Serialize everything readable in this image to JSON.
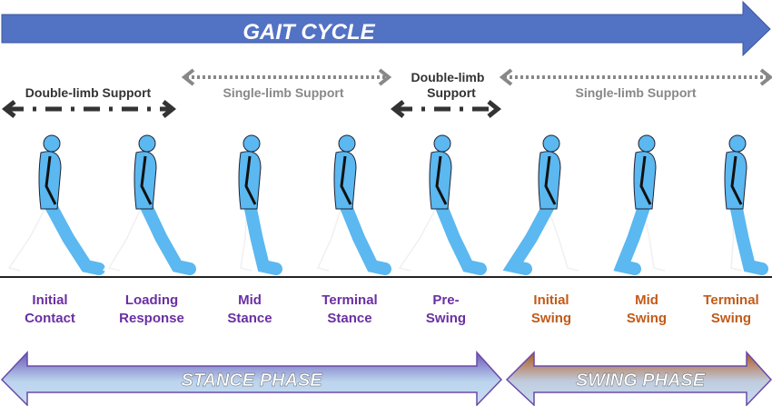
{
  "title": "GAIT CYCLE",
  "support": [
    {
      "label": "Double-limb Support",
      "style": "dark"
    },
    {
      "label": "Single-limb Support",
      "style": "gray"
    },
    {
      "label_lines": [
        "Double-limb",
        "Support"
      ],
      "style": "dark"
    },
    {
      "label": "Single-limb Support",
      "style": "gray"
    }
  ],
  "phases": [
    {
      "lines": [
        "Initial",
        "Contact"
      ],
      "group": "stance"
    },
    {
      "lines": [
        "Loading",
        "Response"
      ],
      "group": "stance"
    },
    {
      "lines": [
        "Mid",
        "Stance"
      ],
      "group": "stance"
    },
    {
      "lines": [
        "Terminal",
        "Stance"
      ],
      "group": "stance"
    },
    {
      "lines": [
        "Pre-",
        "Swing"
      ],
      "group": "stance"
    },
    {
      "lines": [
        "Initial",
        "Swing"
      ],
      "group": "swing"
    },
    {
      "lines": [
        "Mid",
        "Swing"
      ],
      "group": "swing"
    },
    {
      "lines": [
        "Terminal",
        "Swing"
      ],
      "group": "swing"
    }
  ],
  "stance_phase": "STANCE PHASE",
  "swing_phase": "SWING PHASE",
  "colors": {
    "gait": "#5272c4",
    "stance_text": "#6a2fa3",
    "swing_text": "#c25a18",
    "body": "#5bb8f0",
    "dark": "#333333",
    "gray": "#888888"
  }
}
